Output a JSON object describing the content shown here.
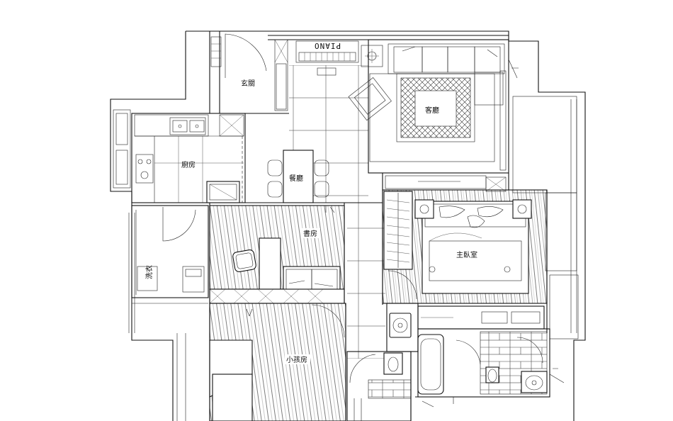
{
  "plan": {
    "rooms": {
      "entry": "玄關",
      "living": "客廳",
      "dining": "餐廳",
      "kitchen": "廚房",
      "study": "書房",
      "master": "主臥室",
      "kids": "小孩房",
      "laundry": "洗衣"
    },
    "piano_label": "PIANO"
  }
}
